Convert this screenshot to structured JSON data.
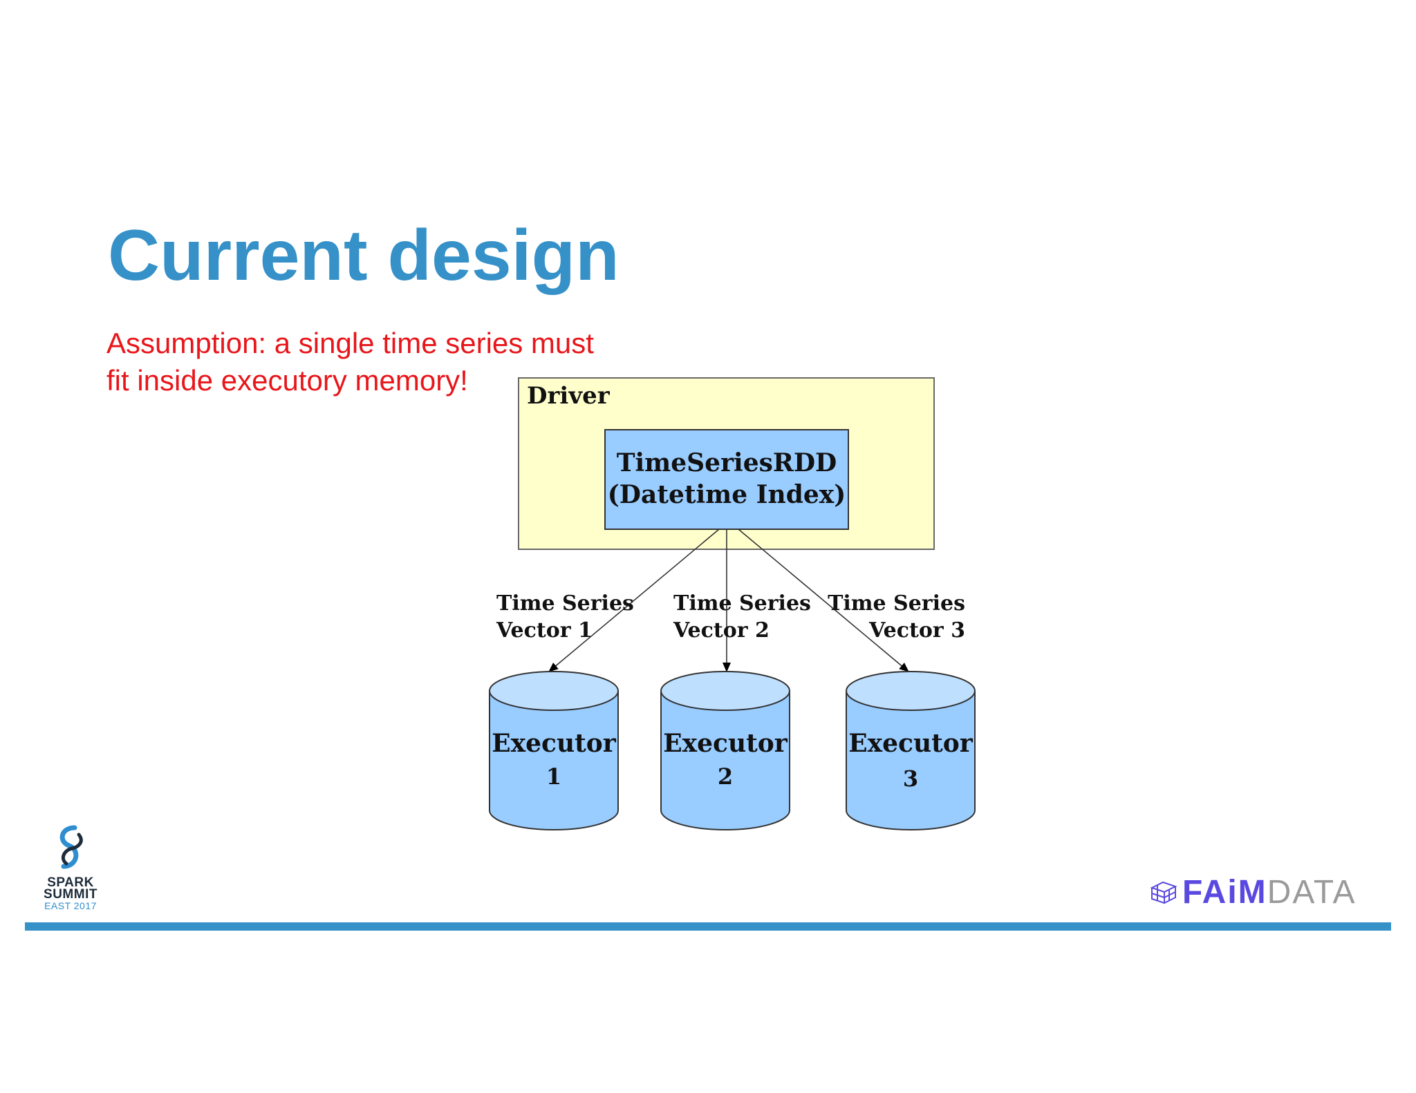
{
  "slide": {
    "title": "Current design",
    "assumption_lines": [
      "Assumption: a single time series must",
      "fit inside executory memory!"
    ]
  },
  "diagram": {
    "driver_label": "Driver",
    "rdd_lines": [
      "TimeSeriesRDD",
      "(Datetime Index)"
    ],
    "edges": [
      {
        "line1": "Time Series",
        "line2": "Vector 1"
      },
      {
        "line1": "Time Series",
        "line2": "Vector 2"
      },
      {
        "line1": "Time Series",
        "line2": "Vector 3"
      }
    ],
    "executors": [
      {
        "line1": "Executor",
        "line2": "1"
      },
      {
        "line1": "Executor",
        "line2": "2"
      },
      {
        "line1": "Executor",
        "line2": "3"
      }
    ],
    "colors": {
      "driver_fill": "#FFFFCC",
      "rdd_fill": "#99CCFF",
      "cylinder_fill": "#99CCFF",
      "cylinder_top": "#BFDFFF"
    }
  },
  "logos": {
    "spark_lines": [
      "SPARK",
      "SUMMIT"
    ],
    "spark_sub": "EAST 2017",
    "faim": "FAiM",
    "data": "DATA"
  },
  "colors": {
    "title": "#3591C8",
    "assumption": "#E8161B",
    "bar": "#3591C8"
  }
}
